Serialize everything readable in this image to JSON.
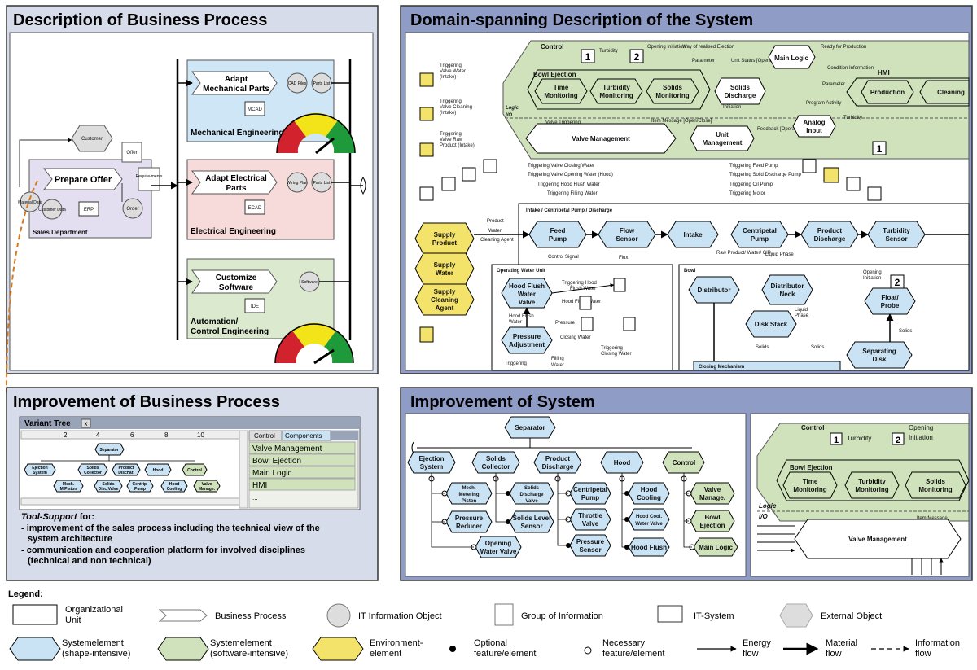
{
  "panels": {
    "bp": "Description of Business Process",
    "sys": "Domain-spanning Description of the System",
    "ibp": "Improvement of Business Process",
    "isys": "Improvement of System"
  },
  "business": {
    "customer": "Customer",
    "offer": "Offer",
    "prepare_offer": "Prepare Offer",
    "requirements": "Require-ments",
    "material_data": "Material Data",
    "customer_data": "Customer Data",
    "erp": "ERP",
    "order": "Order",
    "sales_dept": "Sales Department",
    "adapt_mech": "Adapt Mechanical Parts",
    "cad_files": "CAD Files",
    "parts_list": "Parts List",
    "mcad": "MCAD",
    "mech_eng": "Mechanical Engineering",
    "adapt_elec": "Adapt Electrical Parts",
    "wiring_plan": "Wiring Plan",
    "ecad": "ECAD",
    "elec_eng": "Electrical Engineering",
    "customize_sw": "Customize Software",
    "software": "Software",
    "ide": "IDE",
    "auto_eng_1": "Automation/",
    "auto_eng_2": "Control Engineering"
  },
  "system": {
    "control": "Control",
    "turbidity": "Turbidity",
    "opening_initiation": "Opening Initiation",
    "way_ejection": "Way of realised Ejection",
    "ready_production": "Ready for Production",
    "parameter": "Parameter",
    "unit_status": "Unit Status [Operator]",
    "main_logic": "Main Logic",
    "condition_information": "Condition Information",
    "hmi": "HMI",
    "production": "Production",
    "cleaning": "Cleaning",
    "bowl_ejection": "Bowl Ejection",
    "time_monitoring": "Time Monitoring",
    "turbidity_monitoring": "Turbidity Monitoring",
    "solids_monitoring": "Solids Monitoring",
    "solids_discharge": "Solids Discharge",
    "initiation": "Initiation",
    "program_activity": "Program Activity",
    "logic": "Logic",
    "io": "I/O",
    "valve_triggering": "Valve Triggering",
    "item_message": "Item Message [Open/Close]",
    "feedback": "Feedback [Operator]",
    "analog_input": "Analog Input",
    "valve_management": "Valve Management",
    "unit_management": "Unit Management",
    "trig_valve_water": "Triggering Valve Water (Intake)",
    "trig_valve_cleaning": "Triggering Valve Cleaning (Intake)",
    "trig_valve_raw": "Triggering Valve Raw Product (Intake)",
    "trig_closing": "Triggering Valve Closing Water",
    "trig_opening": "Triggering Valve Opening Water (Hood)",
    "trig_hood_flush": "Triggering Hood Flush Water",
    "trig_filling": "Triggering Filling Water",
    "trig_feed_pump": "Triggering Feed Pump",
    "trig_solid_pump": "Triggering Solid Discharge Pump",
    "trig_oil_pump": "Triggering Oil Pump",
    "trig_motor": "Triggering Motor",
    "intake_title": "Intake / Centripetal Pump / Discharge",
    "supply_product": "Supply Product",
    "supply_water": "Supply Water",
    "supply_cleaning": "Supply Cleaning Agent",
    "product": "Product",
    "water": "Water",
    "cleaning_agent": "Cleaning Agent",
    "feed_pump": "Feed Pump",
    "flow_sensor": "Flow Sensor",
    "intake": "Intake",
    "centripetal_pump": "Centripetal Pump",
    "product_discharge": "Product Discharge",
    "turbidity_sensor": "Turbidity Sensor",
    "raw_product_water_cip": "Raw Product/ Water/ CIP",
    "liquid_phase": "Liquid Phase",
    "control_signal": "Control Signal",
    "flux": "Flux",
    "operating_water_unit": "Operating Water Unit",
    "hood_flush_valve": "Hood Flush Water Valve",
    "pressure_adjustment": "Pressure Adjustment",
    "hood_flush_water": "Hood Flush Water",
    "pressure": "Pressure",
    "closing_water": "Closing Water",
    "filling_water": "Filling Water",
    "triggering": "Triggering",
    "bowl": "Bowl",
    "distributor": "Distributor",
    "distributor_neck": "Distributor Neck",
    "disk_stack": "Disk Stack",
    "float_probe": "Float/ Probe",
    "separating_disk": "Separating Disk",
    "solids": "Solids",
    "raw_product": "Raw Product",
    "closing_mechanism": "Closing Mechanism"
  },
  "variant_tree": {
    "title": "Variant Tree",
    "close": "x",
    "tab_control": "Control",
    "tab_components": "Components",
    "list": [
      "Valve Management",
      "Bowl Ejection",
      "Main Logic",
      "HMI",
      "..."
    ],
    "ruler": [
      "2",
      "4",
      "6",
      "8",
      "10"
    ],
    "nodes": [
      "Separator",
      "Ejection System",
      "Solids Collector",
      "Product Dischar.",
      "Hood",
      "Control",
      "Mech. M.Piston",
      "Solids Disc.Valve",
      "Centrip. Pump",
      "Hood Cooling",
      "Valve Manage."
    ]
  },
  "tool_support": {
    "heading_italic": "Tool-Support",
    "heading_rest": " for:",
    "b1a": "- improvement of the sales process including the technical view of the",
    "b1b": "system architecture",
    "b2a": "- communication and cooperation platform for involved disciplines",
    "b2b": "(technical and non technical)"
  },
  "improvement_system": {
    "separator": "Separator",
    "ejection_system": "Ejection System",
    "solids_collector": "Solids Collector",
    "product_discharge": "Product Discharge",
    "hood": "Hood",
    "control": "Control",
    "mech_metering": "Mech. Metering Piston",
    "solids_discharge_valve": "Solids Discharge Valve",
    "centripetal_pump": "Centripetal Pump",
    "hood_cooling": "Hood Cooling",
    "valve_manage": "Valve Manage.",
    "pressure_reducer": "Pressure Reducer",
    "solids_level": "Solids Level Sensor",
    "throttle_valve": "Throttle Valve",
    "hood_cool_water": "Hood Cool. Water Valve",
    "bowl_ejection": "Bowl Ejection",
    "opening_water": "Opening Water Valve",
    "pressure_sensor": "Pressure Sensor",
    "hood_flush": "Hood Flush",
    "main_logic": "Main Logic",
    "zoom_control": "Control",
    "zoom_turbidity": "Turbidity",
    "zoom_opening": "Opening Initiation",
    "zoom_bowl": "Bowl Ejection",
    "zoom_time": "Time Monitoring",
    "zoom_turbmon": "Turbidity Monitoring",
    "zoom_solids": "Solids Monitoring",
    "zoom_logic": "Logic",
    "zoom_io": "I/O",
    "zoom_item": "Item Message",
    "zoom_valve": "Valve Management"
  },
  "legend": {
    "title": "Legend:",
    "org_unit": "Organizational Unit",
    "business_process": "Business Process",
    "it_info": "IT Information Object",
    "group_info": "Group of Information",
    "it_system": "IT-System",
    "external": "External Object",
    "sys_shape_1": "Systemelement",
    "sys_shape_2": "(shape-intensive)",
    "sys_sw_1": "Systemelement",
    "sys_sw_2": "(software-intensive)",
    "env_1": "Environment-",
    "env_2": "element",
    "opt_1": "Optional",
    "opt_2": "feature/element",
    "nec_1": "Necessary",
    "nec_2": "feature/element",
    "energy_1": "Energy",
    "energy_2": "flow",
    "material_1": "Material",
    "material_2": "flow",
    "info_1": "Information",
    "info_2": "flow"
  },
  "colors": {
    "panel_bg": "#d7dcea",
    "panel_bg2": "#8e9cc6",
    "blue": "#c9e3f5",
    "green": "#cfe2bb",
    "yellow": "#f4e36a",
    "sales": "#e3def0",
    "mech": "#cfe6f6",
    "elec": "#f7dada",
    "auto": "#dbe9cf"
  }
}
